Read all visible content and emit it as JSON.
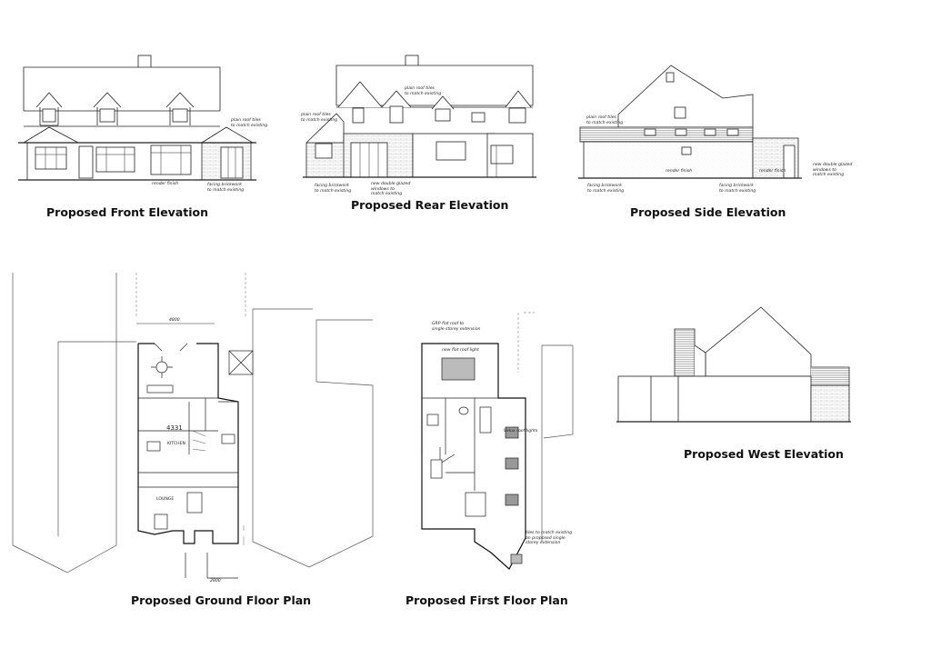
{
  "titles": {
    "front": "Proposed Front Elevation",
    "rear": "Proposed Rear Elevation",
    "side": "Proposed Side Elevation",
    "west": "Proposed West Elevation",
    "ground": "Proposed Ground Floor Plan",
    "first": "Proposed First Floor Plan"
  },
  "notes": {
    "front_roof": "plain roof tiles\nto match existing",
    "front_render": "render finish",
    "front_brick": "facing brickwork\nto match existing",
    "rear_roof_left": "plain roof tiles\nto match existing",
    "rear_roof_mid": "plain roof tiles\nto match existing",
    "rear_brick": "facing brickwork\nto match existing",
    "rear_windows": "new double glazed\nwindows to\nmatch existing",
    "side_roof": "plain roof tiles\nto match existing",
    "side_render_left": "render finish",
    "side_render_right": "render finish",
    "side_windows": "new double glazed\nwindows to\nmatch existing",
    "side_brick_left": "facing brickwork\nto match existing",
    "side_brick_right": "facing brickwork\nto match existing",
    "first_grp": "GRP flat roof to\nsingle storey extension",
    "first_rooflight": "new flat roof light",
    "first_velux": "Velux roof lights",
    "first_tiles": "tiles to match existing\non proposed single\nstorey extension"
  },
  "dims": {
    "ground_top": "4800",
    "ground_mid": "4331",
    "ground_bottom": "2800",
    "ground_kitchen": "KITCHEN",
    "ground_lounge": "LOUNGE"
  },
  "colors": {
    "line": "#222222",
    "light_line": "#888888",
    "window_fill": "#cfcfcf",
    "roof_tile": "#777777"
  }
}
